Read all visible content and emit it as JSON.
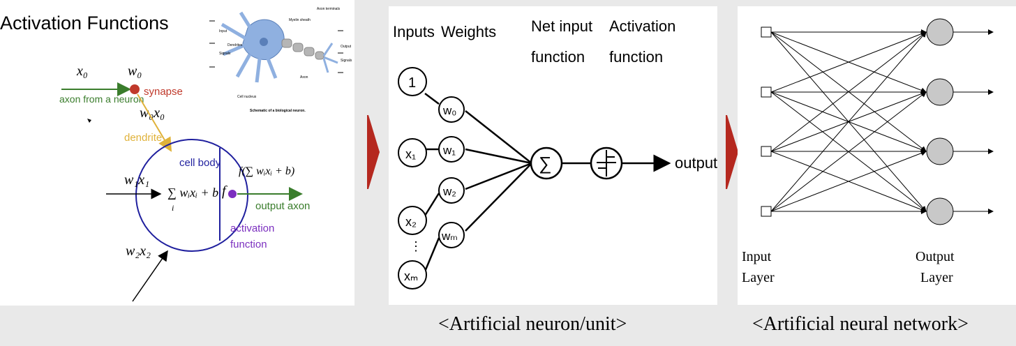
{
  "panel_bio": {
    "title": "Activation Functions",
    "labels": {
      "x0": "x₀",
      "w0": "w₀",
      "synapse": "synapse",
      "axon_from_neuron": "axon from a neuron",
      "w0x0": "w₀x₀",
      "dendrite": "dendrite",
      "cell_body": "cell body",
      "sum": "∑ wᵢxᵢ + b",
      "sum_sub": "i",
      "f": "f",
      "f_out": "f(∑ wᵢxᵢ + b)",
      "w1x1": "w₁x₁",
      "w2x2": "w₂x₂",
      "output_axon": "output axon",
      "activation": "activation",
      "function": "function"
    },
    "inset_caption": "Schematic of a biological neuron.",
    "inset_labels": {
      "input": "Input",
      "signals": "Signals",
      "dendrites": "Dendrites",
      "cell_nucleus": "Cell nucleus",
      "myelin_sheath": "Myelin sheath",
      "axon": "Axon",
      "axon_terminals": "Axon terminals",
      "output": "Output",
      "output_signals": "Signals"
    }
  },
  "panel_neuron": {
    "headers": {
      "inputs": "Inputs",
      "weights": "Weights",
      "net_input_1": "Net input",
      "net_input_2": "function",
      "activation_1": "Activation",
      "activation_2": "function"
    },
    "inputs": [
      "1",
      "x₁",
      "x₂",
      "xₘ"
    ],
    "weights": [
      "w₀",
      "w₁",
      "w₂",
      "wₘ"
    ],
    "sum_symbol": "∑",
    "output_label": "output"
  },
  "panel_network": {
    "input_layer_1": "Input",
    "input_layer_2": "Layer",
    "output_layer_1": "Output",
    "output_layer_2": "Layer"
  },
  "captions": {
    "neuron": "<Artificial neuron/unit>",
    "network": "<Artificial neural network>"
  },
  "colors": {
    "arrow": "#b5281f",
    "synapse": "#c0392b",
    "axon_green": "#3a7d2c",
    "dendrite_yellow": "#e0b23a",
    "cell_blue": "#1f1f9e",
    "activation_purple": "#7b2fbf",
    "node_gray": "#c8c8c8",
    "neuron_blue": "#8fb0e0"
  }
}
